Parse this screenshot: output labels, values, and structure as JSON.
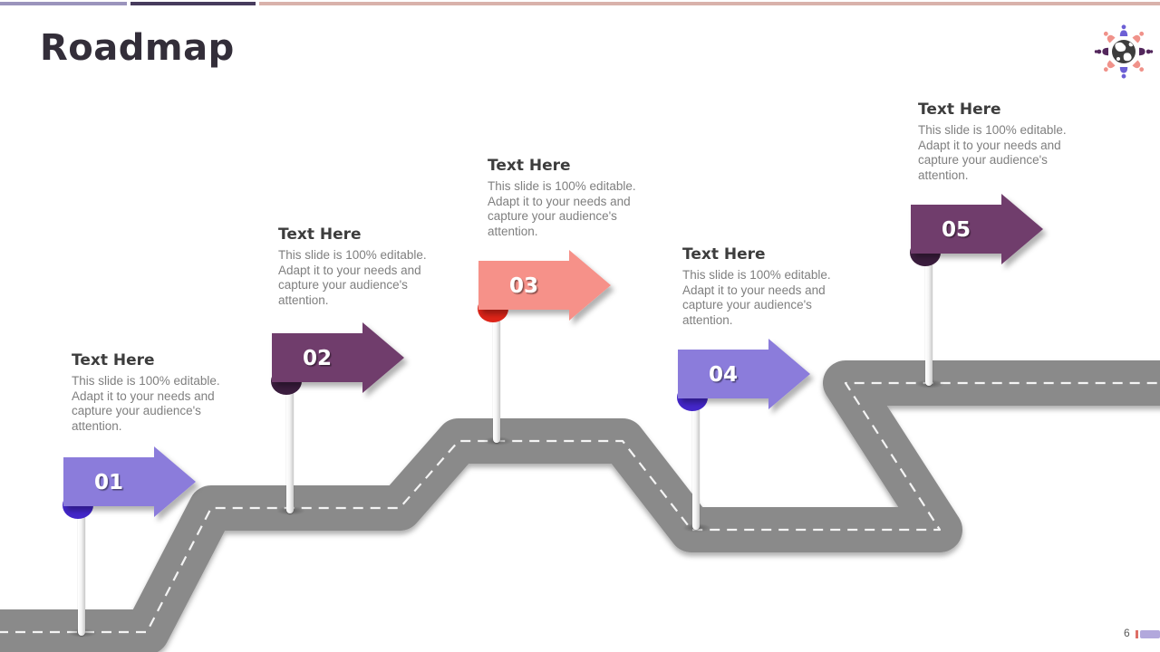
{
  "slide": {
    "title": "Roadmap",
    "page_number": "6"
  },
  "accent_bars": {
    "left_color": "#9b94bc",
    "middle_color": "#473b5d",
    "right_color": "#d9b2ab"
  },
  "road": {
    "color": "#8a8a8a",
    "dash_color": "#ffffff"
  },
  "logo": {
    "name": "globe surrounded by people",
    "globe_color": "#3d3d3d",
    "person_color_top_bottom": "#6c5fd5",
    "person_color_diagonal": "#f0928a",
    "person_color_left_right": "#53275c"
  },
  "footer": {
    "tick_color": "#dd6e66",
    "bar_color": "#b2a8dc"
  },
  "milestones": [
    {
      "label": "01",
      "heading": "Text Here",
      "description": "This slide is 100% editable. Adapt it to your needs and capture your audience's attention.",
      "sign_color": "#8b7cdb",
      "fold_color": "#4326c9"
    },
    {
      "label": "02",
      "heading": "Text Here",
      "description": "This slide is 100% editable. Adapt it to your needs and capture your audience's attention.",
      "sign_color": "#703d6c",
      "fold_color": "#3b1d3e"
    },
    {
      "label": "03",
      "heading": "Text Here",
      "description": "This slide is 100% editable. Adapt it to your needs and capture your audience's attention.",
      "sign_color": "#f69189",
      "fold_color": "#dd2418"
    },
    {
      "label": "04",
      "heading": "Text Here",
      "description": "This slide is 100% editable. Adapt it to your needs and capture your audience's attention.",
      "sign_color": "#8b7cdb",
      "fold_color": "#4326c9"
    },
    {
      "label": "05",
      "heading": "Text Here",
      "description": "This slide is 100% editable. Adapt it to your needs and capture your audience's attention.",
      "sign_color": "#703d6c",
      "fold_color": "#3b1d3e"
    }
  ]
}
